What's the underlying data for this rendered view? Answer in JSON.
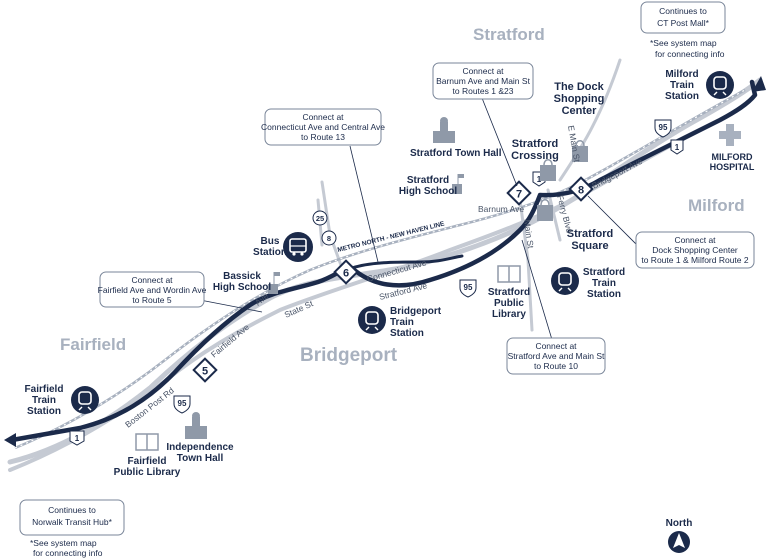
{
  "colors": {
    "route": "#1b2a4a",
    "rail": "#a8b1bf",
    "road": "#c5cad3",
    "town_text": "#a8b1bf",
    "building": "#8f99a8",
    "hospital": "#a8b1bf"
  },
  "towns": {
    "stratford": "Stratford",
    "milford": "Milford",
    "fairfield": "Fairfield",
    "bridgeport": "Bridgeport"
  },
  "callouts": {
    "ct_post": {
      "line1": "Continues to",
      "line2": "CT Post Mall*"
    },
    "ct_post_note": {
      "line1": "*See system map",
      "line2": "for connecting info"
    },
    "norwalk": {
      "line1": "Continues to",
      "line2": "Norwalk Transit Hub*"
    },
    "norwalk_note": {
      "line1": "*See system map",
      "line2": "for connecting info"
    },
    "barnum": {
      "line1": "Connect at",
      "line2": "Barnum Ave and Main St",
      "line3": "to Routes 1 &23"
    },
    "connecticut": {
      "line1": "Connect at",
      "line2": "Connecticut Ave and Central Ave",
      "line3": "to Route 13"
    },
    "fairfield_wordin": {
      "line1": "Connect at",
      "line2": "Fairfield Ave and Wordin Ave",
      "line3": "to Route 5"
    },
    "dock": {
      "line1": "Connect at",
      "line2": "Dock Shopping Center",
      "line3": "to Route 1 & Milford Route 2"
    },
    "stratford_main": {
      "line1": "Connect at",
      "line2": "Stratford Ave and Main St",
      "line3": "to Route 10"
    }
  },
  "places": {
    "milford_station": [
      "Milford",
      "Train",
      "Station"
    ],
    "dock": [
      "The Dock",
      "Shopping",
      "Center"
    ],
    "stratford_town_hall": "Stratford Town Hall",
    "stratford_high": [
      "Stratford",
      "High School"
    ],
    "stratford_crossing": [
      "Stratford",
      "Crossing"
    ],
    "milford_hospital": [
      "MILFORD",
      "HOSPITAL"
    ],
    "bus_station": [
      "Bus",
      "Station"
    ],
    "bassick": [
      "Bassick",
      "High School"
    ],
    "stratford_square": [
      "Stratford",
      "Square"
    ],
    "stratford_station": [
      "Stratford",
      "Train",
      "Station"
    ],
    "stratford_library": [
      "Stratford",
      "Public",
      "Library"
    ],
    "bridgeport_station": [
      "Bridgeport",
      "Train",
      "Station"
    ],
    "fairfield_station": [
      "Fairfield",
      "Train",
      "Station"
    ],
    "fairfield_library": [
      "Fairfield",
      "Public Library"
    ],
    "independence": [
      "Independence",
      "Town Hall"
    ]
  },
  "streets": {
    "e_main": "E Main St",
    "bridgeport_ave": "Bridgeport Ave",
    "ferry_blvd": "Ferry Blvd",
    "barnum_ave": "Barnum Ave",
    "main_st": "Main St",
    "connecticut_ave": "Connecticut Ave",
    "stratford_ave": "Stratford Ave",
    "metro_north": "METRO NORTH - NEW HAVEN LINE",
    "state_st": "State St",
    "fairfield_ave": "Fairfield Ave",
    "boston_post": "Boston Post Rd",
    "ave": "Ave"
  },
  "shields": {
    "i95_a": "95",
    "i95_b": "95",
    "i95_c": "95",
    "us1_a": "1",
    "us1_b": "1",
    "us1_c": "1",
    "r25": "25",
    "r8": "8"
  },
  "timepoints": {
    "tp5": "5",
    "tp6": "6",
    "tp7": "7",
    "tp8": "8"
  },
  "north": "North"
}
